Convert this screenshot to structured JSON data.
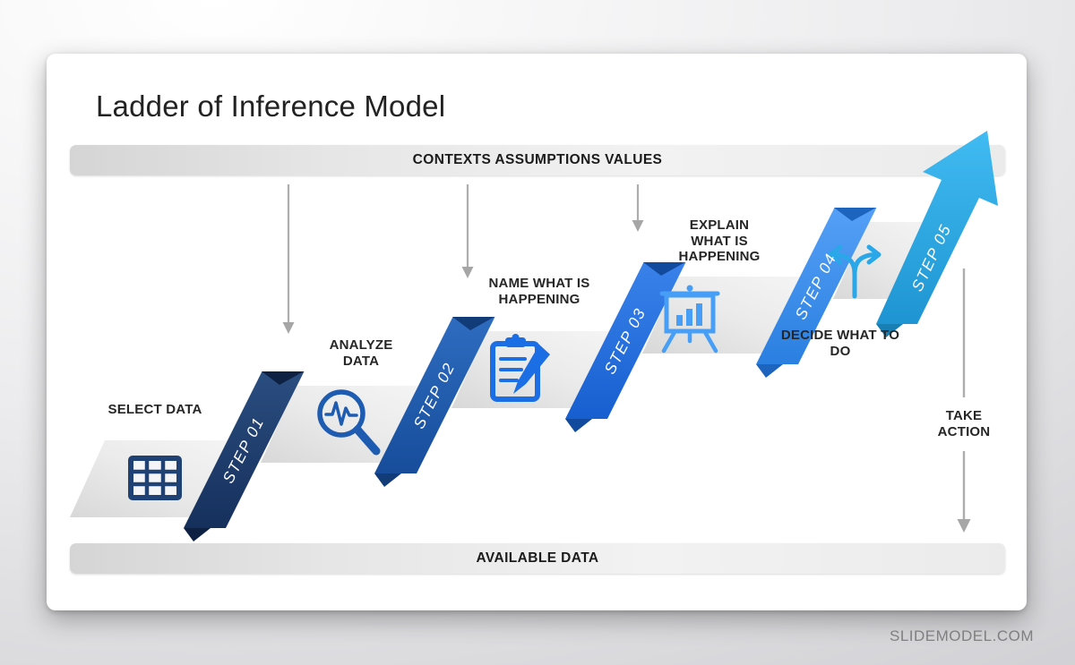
{
  "slide": {
    "title": "Ladder of Inference Model",
    "top_banner": {
      "label": "CONTEXTS ASSUMPTIONS VALUES"
    },
    "bottom_banner": {
      "label": "AVAILABLE DATA"
    },
    "take_action_label": "TAKE ACTION",
    "watermark": "SLIDEMODEL.COM"
  },
  "steps": [
    {
      "number": "STEP 01",
      "label": "SELECT DATA",
      "icon": "table-grid-icon",
      "color": "#1b3a68"
    },
    {
      "number": "STEP 02",
      "label": "ANALYZE DATA",
      "icon": "magnifier-pulse-icon",
      "color": "#1d5aab"
    },
    {
      "number": "STEP 03",
      "label": "NAME WHAT IS HAPPENING",
      "icon": "clipboard-pencil-icon",
      "color": "#1e6fe0"
    },
    {
      "number": "STEP 04",
      "label": "EXPLAIN WHAT IS HAPPENING",
      "icon": "presentation-chart-icon",
      "color": "#2f8cf2"
    },
    {
      "number": "STEP 05",
      "label": "DECIDE WHAT TO DO",
      "icon": "branch-arrows-icon",
      "color": "#29a9e2"
    }
  ],
  "colors": {
    "tread": "#e9e9e9",
    "guidance_arrow": "#adadad",
    "banner_background": "#e8e8e8",
    "slide_background": "#ffffff"
  }
}
